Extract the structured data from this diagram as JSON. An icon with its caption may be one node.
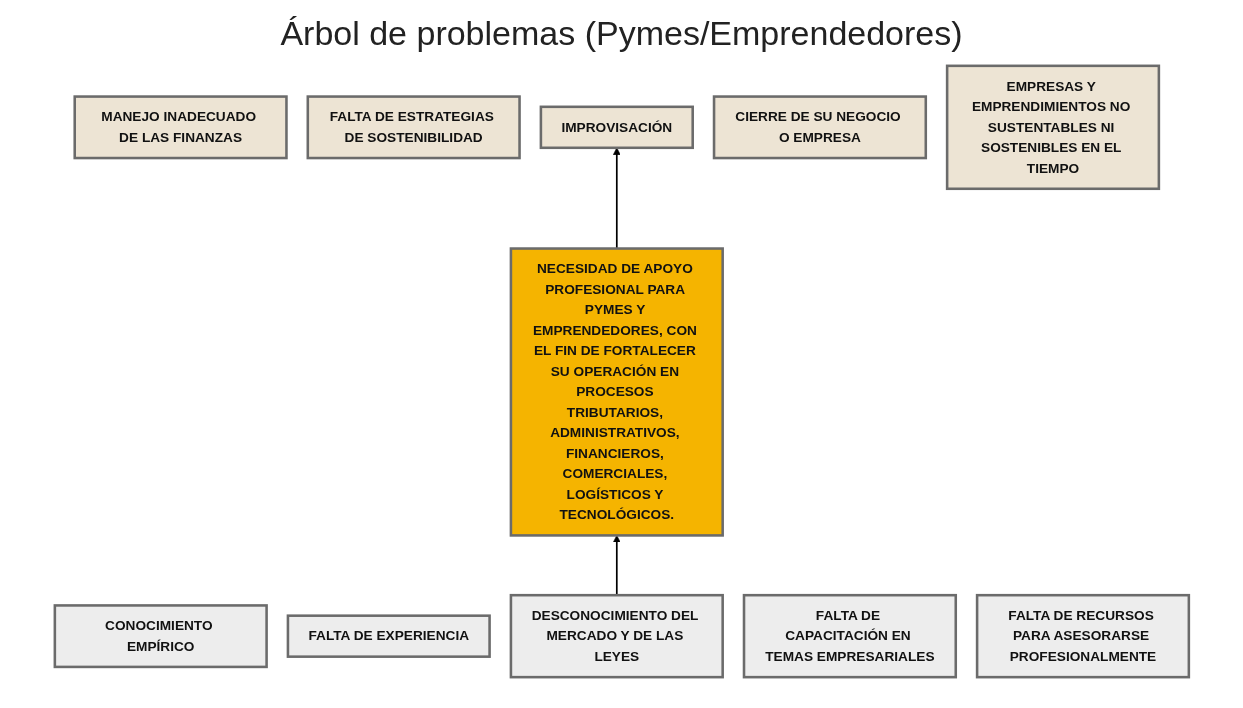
{
  "diagram": {
    "title": "Árbol de problemas (Pymes/Emprendedores)",
    "nodes": [
      {
        "text": [
          "MANEJO INADECUADO DE LAS FINANZAS"
        ]
      },
      {
        "text": [
          "FALTA DE ESTRATEGIAS DE SOSTENIBILIDAD"
        ]
      },
      {
        "text": [
          "IMPROVISACIÓN"
        ]
      },
      {
        "text": [
          "CIERRE DE SU NEGOCIO O EMPRESA"
        ]
      },
      {
        "text": [
          "EMPRESAS Y EMPRENDIMIENTOS NO SUSTENTABLES NI SOSTENIBLES EN EL TIEMPO"
        ]
      },
      {
        "text": [
          "NECESIDAD DE APOYO PROFESIONAL PARA PYMES Y EMPRENDEDORES, CON EL FIN DE FORTALECER SU OPERACIÓN EN PROCESOS TRIBUTARIOS, ADMINISTRATIVOS, FINANCIEROS, COMERCIALES, LOGÍSTICOS Y TECNOLÓGICOS."
        ]
      },
      {
        "text": [
          "CONOCIMIENTO EMPÍRICO"
        ]
      },
      {
        "text": [
          "FALTA DE EXPERIENCIA"
        ]
      },
      {
        "text": [
          "DESCONOCIMIENTO DEL MERCADO Y DE LAS LEYES"
        ]
      },
      {
        "text": [
          "FALTA DE CAPACITACIÓN EN TEMAS EMPRESARIALES"
        ]
      },
      {
        "text": [
          "FALTA DE RECURSOS PARA ASESORARSE PROFESIONALMENTE"
        ]
      }
    ],
    "edges": [
      {
        "from": 8,
        "to": 5,
        "arrow": "to"
      },
      {
        "from": 5,
        "to": 2,
        "arrow": "to"
      }
    ]
  }
}
